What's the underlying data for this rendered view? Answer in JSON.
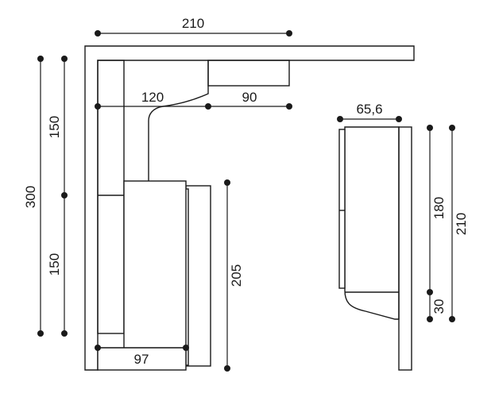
{
  "drawing": {
    "colors": {
      "line": "#1a1a1a",
      "background": "#ffffff"
    },
    "plan_view": {
      "total_width": "210",
      "top_depth": "120",
      "top_shelf": "90",
      "upper_height": "150",
      "lower_height": "150",
      "total_height": "300",
      "cabinet_height": "205",
      "bottom_width": "97"
    },
    "side_view": {
      "depth": "65,6",
      "height": "180",
      "base": "30",
      "total_height": "210"
    }
  }
}
